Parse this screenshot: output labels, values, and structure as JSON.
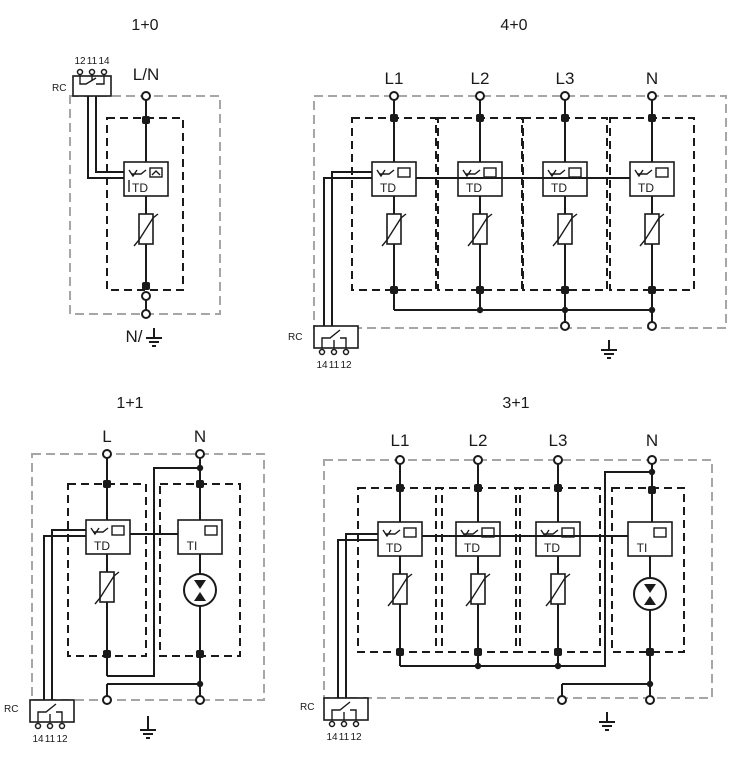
{
  "diagrams": [
    {
      "title": "1+0",
      "terminals": [
        "L/N"
      ],
      "ground_label": "N/",
      "device_labels": [
        "TD"
      ],
      "rc": {
        "label": "RC",
        "pins": [
          "12",
          "11",
          "14"
        ]
      }
    },
    {
      "title": "4+0",
      "terminals": [
        "L1",
        "L2",
        "L3",
        "N"
      ],
      "device_labels": [
        "TD",
        "TD",
        "TD",
        "TD"
      ],
      "rc": {
        "label": "RC",
        "pins": [
          "14",
          "11",
          "12"
        ]
      }
    },
    {
      "title": "1+1",
      "terminals": [
        "L",
        "N"
      ],
      "device_labels": [
        "TD",
        "TI"
      ],
      "rc": {
        "label": "RC",
        "pins": [
          "14",
          "11",
          "12"
        ]
      }
    },
    {
      "title": "3+1",
      "terminals": [
        "L1",
        "L2",
        "L3",
        "N"
      ],
      "device_labels": [
        "TD",
        "TD",
        "TD",
        "TI"
      ],
      "rc": {
        "label": "RC",
        "pins": [
          "14",
          "11",
          "12"
        ]
      }
    }
  ]
}
